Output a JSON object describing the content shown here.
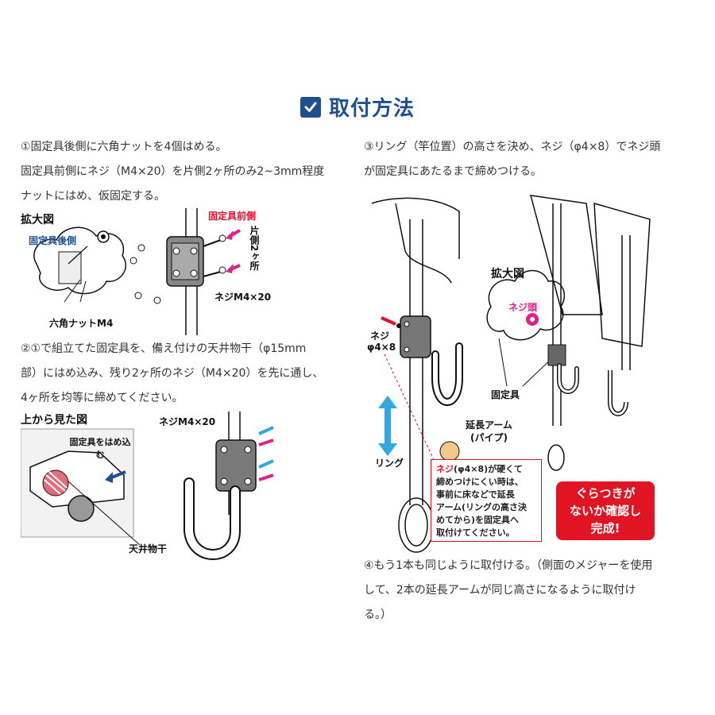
{
  "heading": {
    "title": "取付方法",
    "icon": "checkbox-icon"
  },
  "step1": {
    "lines": [
      "①固定具後側に六角ナットを4個はめる。",
      "固定具前側にネジ（M4×20）を片側2ヶ所のみ2~3mm程度",
      "ナットにはめ、仮固定する。"
    ],
    "labels": {
      "zoom": "拡大図",
      "rear": "固定具後側",
      "front": "固定具前側",
      "one_side": "片側2ヶ所",
      "screw": "ネジM4×20",
      "nut": "六角ナットM4"
    }
  },
  "step2": {
    "lines": [
      "②①で組立てた固定具を、備え付けの天井物干（φ15mm",
      "部）にはめ込み、残り2ヶ所のネジ（M4×20）を先に通し、",
      "4ヶ所を均等に締めてください。"
    ],
    "labels": {
      "top_view": "上から見た図",
      "fit": "固定具をはめ込む",
      "pole": "天井物干",
      "screw": "ネジM4×20"
    }
  },
  "step3": {
    "lines": [
      "③リング（竿位置）の高さを決め、ネジ（φ4×8）でネジ頭",
      "が固定具にあたるまで締めつける。"
    ],
    "labels": {
      "screw": "ネジ",
      "screw_size": "φ4×8",
      "zoom": "拡大図",
      "screw_head": "ネジ頭",
      "fixture": "固定具",
      "arm": "延長アーム",
      "arm_sub": "(パイプ)",
      "ring": "リング"
    },
    "note": {
      "highlight": "ネジ",
      "lines": [
        "(φ4×8)が硬くて",
        "締めつけにくい時は、",
        "事前に床などで延長",
        "アーム(リングの高さ決",
        "めてから)を固定具へ",
        "取付けてください。"
      ]
    },
    "badge": [
      "ぐらつきが",
      "ないか確認し",
      "完成!"
    ]
  },
  "step4": {
    "lines": [
      "④もう1本も同じように取付ける。（側面のメジャーを使用",
      "して、2本の延長アームが同じ高さになるように取付け",
      "る。）"
    ]
  },
  "colors": {
    "heading": "#1e4f91",
    "accent_red": "#e0102a",
    "magenta": "#e0218a",
    "cyan": "#31a9e0"
  }
}
